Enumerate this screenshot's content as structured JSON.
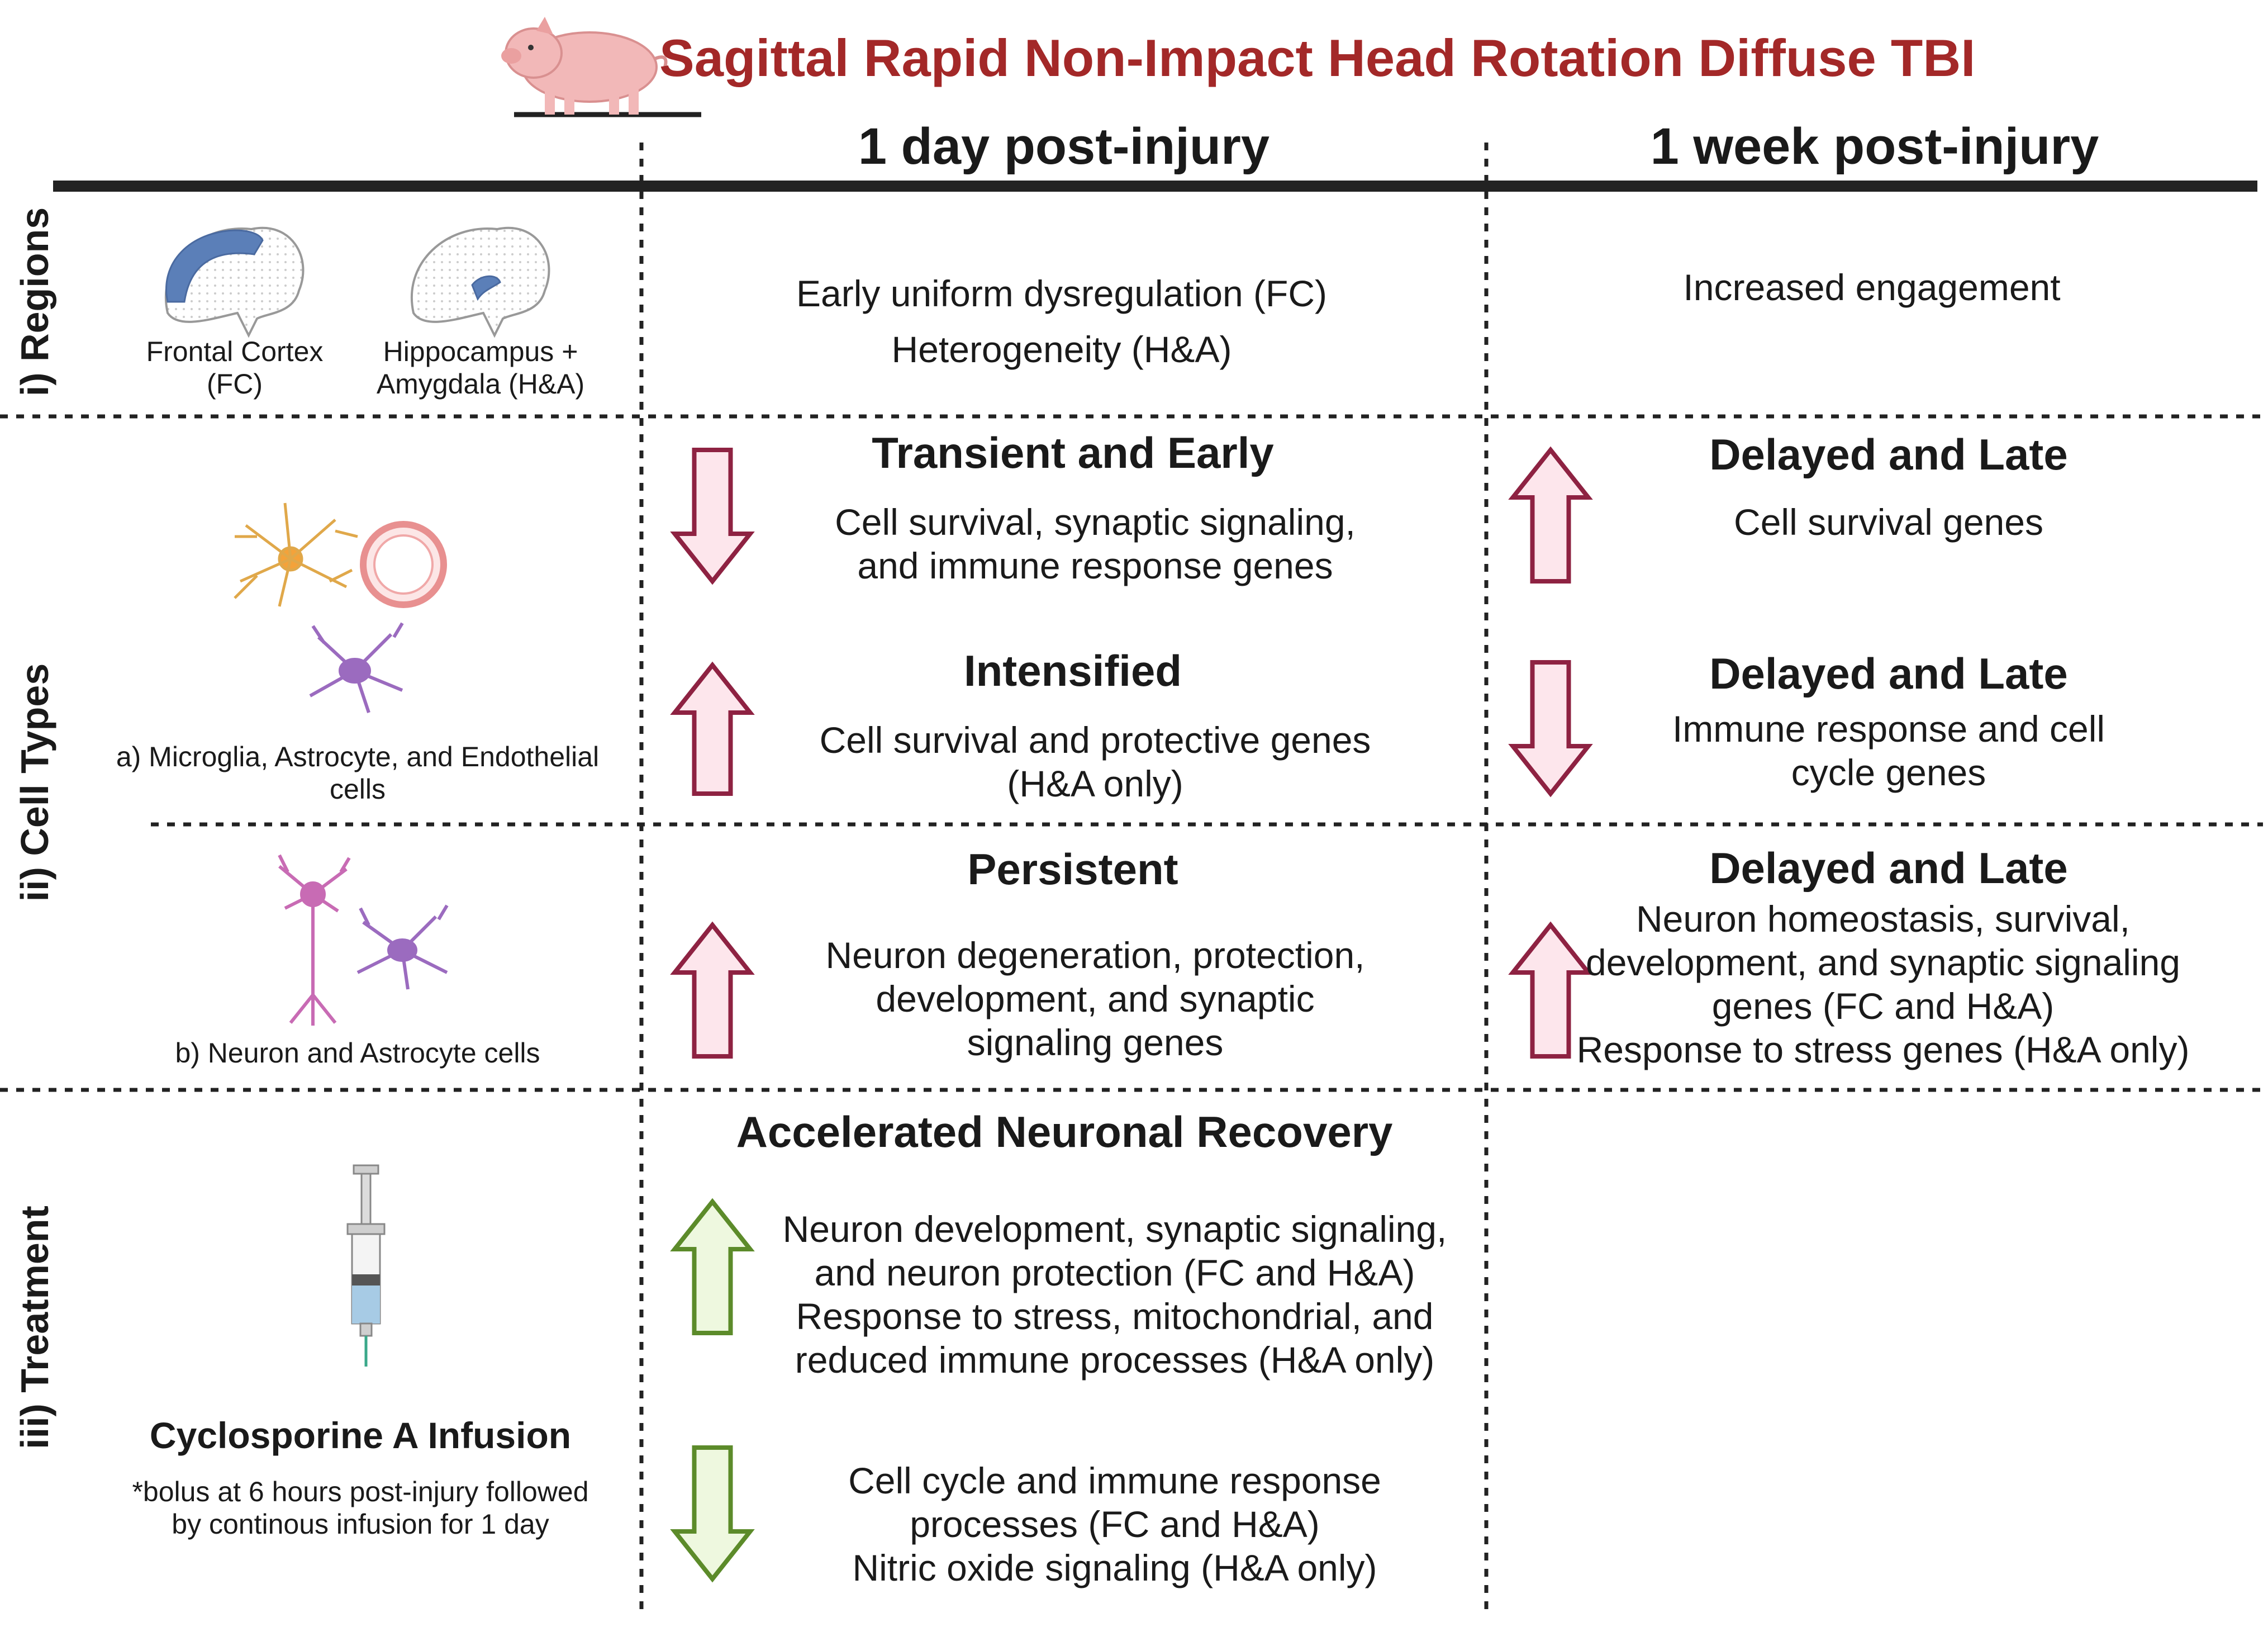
{
  "title": "Sagittal Rapid Non-Impact Head Rotation Diffuse TBI",
  "columns": {
    "day": "1 day post-injury",
    "week": "1 week post-injury"
  },
  "row_labels": {
    "regions": "i) Regions",
    "cell_types": "ii) Cell Types",
    "treatment": "iii) Treatment"
  },
  "regions": {
    "fc_label": "Frontal Cortex\n(FC)",
    "ha_label": "Hippocampus +\nAmygdala (H&A)",
    "day_text": "Early uniform dysregulation (FC)\nHeterogeneity (H&A)",
    "week_text": "Increased engagement"
  },
  "cell_a": {
    "label": "a) Microglia, Astrocyte, and Endothelial\ncells",
    "day1_heading": "Transient and Early",
    "day1_text": "Cell survival, synaptic signaling,\nand immune response genes",
    "day2_heading": "Intensified",
    "day2_text": "Cell survival and protective genes\n(H&A only)",
    "week1_heading": "Delayed and Late",
    "week1_text": "Cell survival genes",
    "week2_heading": "Delayed and Late",
    "week2_text": "Immune response and cell\ncycle genes"
  },
  "cell_b": {
    "label": "b) Neuron and Astrocyte cells",
    "day_heading": "Persistent",
    "day_text": "Neuron degeneration, protection,\ndevelopment, and synaptic\nsignaling genes",
    "week_heading": "Delayed and Late",
    "week_text": "Neuron homeostasis, survival,\ndevelopment, and synaptic signaling\ngenes (FC and H&A)\nResponse to stress genes (H&A only)"
  },
  "treatment": {
    "name": "Cyclosporine A Infusion",
    "note": "*bolus at 6 hours post-injury followed\nby continous infusion for 1 day",
    "heading": "Accelerated Neuronal Recovery",
    "up_text": "Neuron development, synaptic signaling,\nand neuron protection (FC and H&A)\nResponse to stress, mitochondrial, and\nreduced immune processes (H&A only)",
    "down_text": "Cell cycle and immune response\nprocesses (FC and H&A)\nNitric oxide signaling (H&A only)"
  },
  "colors": {
    "title": "#a32828",
    "red_arrow_stroke": "#8e2242",
    "red_arrow_fill": "#fde6ec",
    "green_arrow_stroke": "#5c8b2a",
    "green_arrow_fill": "#eef8df",
    "brain_highlight": "#5b7fb8"
  },
  "icons": [
    "pig-icon",
    "brain-fc-icon",
    "brain-ha-icon",
    "microglia-icon",
    "endothelial-icon",
    "astrocyte-icon",
    "neuron-icon",
    "syringe-icon"
  ]
}
